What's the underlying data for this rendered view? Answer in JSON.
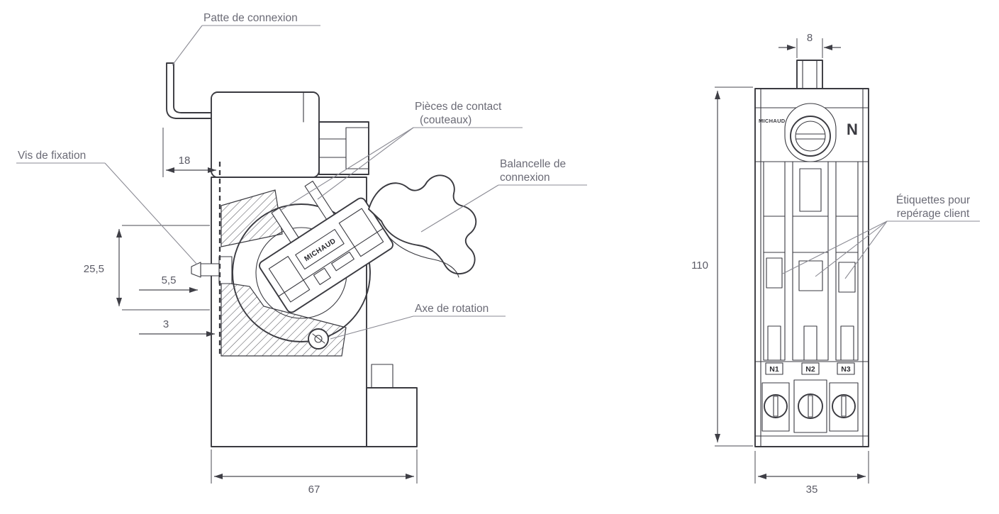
{
  "drawing": {
    "side_view": {
      "labels": {
        "patte_de_connexion": "Patte de connexion",
        "vis_de_fixation": "Vis de fixation",
        "pieces_de_contact_line1": "Pièces de contact",
        "pieces_de_contact_line2": "(couteaux)",
        "balancelle_line1": "Balancelle de",
        "balancelle_line2": "connexion",
        "axe_de_rotation": "Axe de rotation"
      },
      "dimensions": {
        "bracket_offset": "18",
        "screw_height": "25,5",
        "screw_protrusion": "5,5",
        "gap": "3",
        "depth": "67"
      },
      "markings": {
        "brand": "MICHAUD"
      }
    },
    "front_view": {
      "labels": {
        "etiquettes_line1": "Étiquettes pour",
        "etiquettes_line2": "repérage client"
      },
      "dimensions": {
        "tab_width": "8",
        "height": "110",
        "width": "35"
      },
      "markings": {
        "brand": "MICHAUD",
        "neutral": "N",
        "n1": "N1",
        "n2": "N2",
        "n3": "N3"
      }
    },
    "colors": {
      "label_text": "#6b6b76",
      "dimension_text": "#5b5b66",
      "drawing_line": "#3a3a40",
      "leader_line": "#8b8b94",
      "background": "#ffffff"
    }
  }
}
